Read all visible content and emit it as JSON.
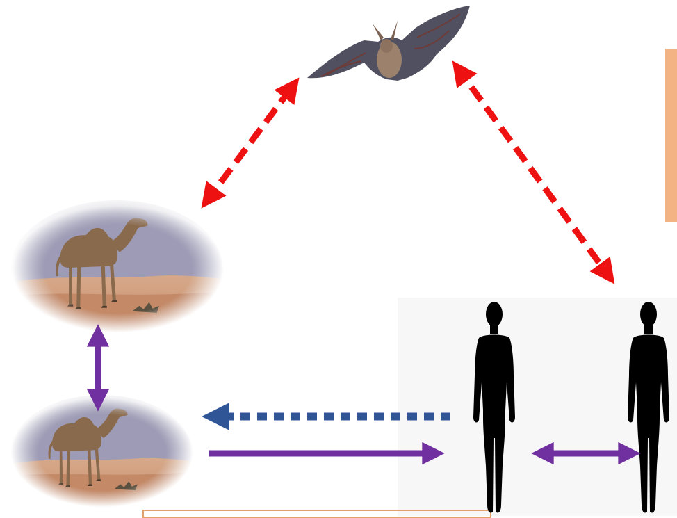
{
  "subjects": {
    "bat": "bat",
    "camel_top": "camel",
    "camel_bottom": "camel",
    "human_left": "human",
    "human_right": "human"
  },
  "colors": {
    "bat_link": "#ee1111",
    "camel_camel_link": "#7030a0",
    "human_to_camel": "#2f5597",
    "camel_to_human": "#7030a0",
    "human_human_link": "#7030a0",
    "side_box": "#f3b383",
    "bottom_box_border": "#e1a169"
  },
  "links": [
    {
      "from": "camel_top",
      "to": "bat",
      "style": "dashed",
      "direction": "both",
      "color": "bat_link"
    },
    {
      "from": "bat",
      "to": "human_left",
      "style": "dashed",
      "direction": "both",
      "color": "bat_link"
    },
    {
      "from": "camel_top",
      "to": "camel_bottom",
      "style": "solid",
      "direction": "both",
      "color": "camel_camel_link"
    },
    {
      "from": "human_left",
      "to": "camel_bottom",
      "style": "dotted",
      "direction": "one-way",
      "color": "human_to_camel"
    },
    {
      "from": "camel_bottom",
      "to": "human_left",
      "style": "solid",
      "direction": "one-way",
      "color": "camel_to_human"
    },
    {
      "from": "human_left",
      "to": "human_right",
      "style": "solid",
      "direction": "both",
      "color": "human_human_link"
    }
  ]
}
